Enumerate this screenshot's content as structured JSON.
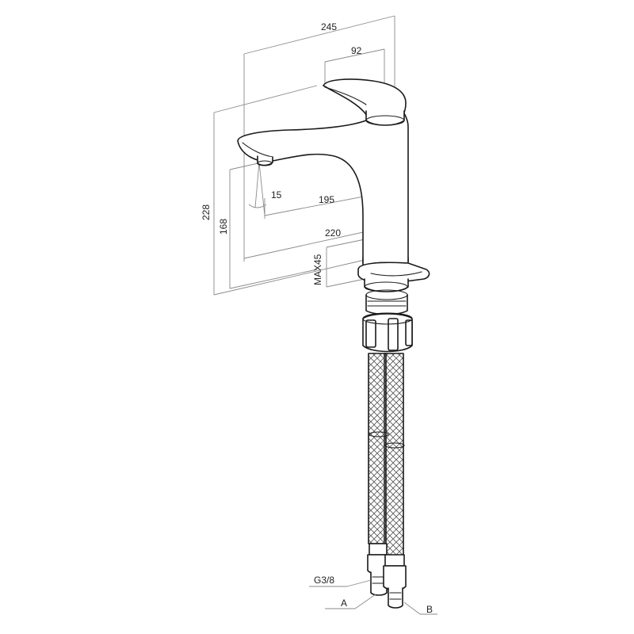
{
  "dimensions": {
    "overall_length": "245",
    "handle_length": "92",
    "overall_height": "228",
    "spout_height": "168",
    "spout_angle": "15",
    "spout_reach": "195",
    "base_offset": "220",
    "max_deck_thickness": "MAX45"
  },
  "connections": {
    "thread": "G3/8",
    "hose_a": "A",
    "hose_b": "B"
  },
  "colors": {
    "outline": "#1a1a1a",
    "dimension_line": "#8a8a8a",
    "background": "#ffffff"
  }
}
